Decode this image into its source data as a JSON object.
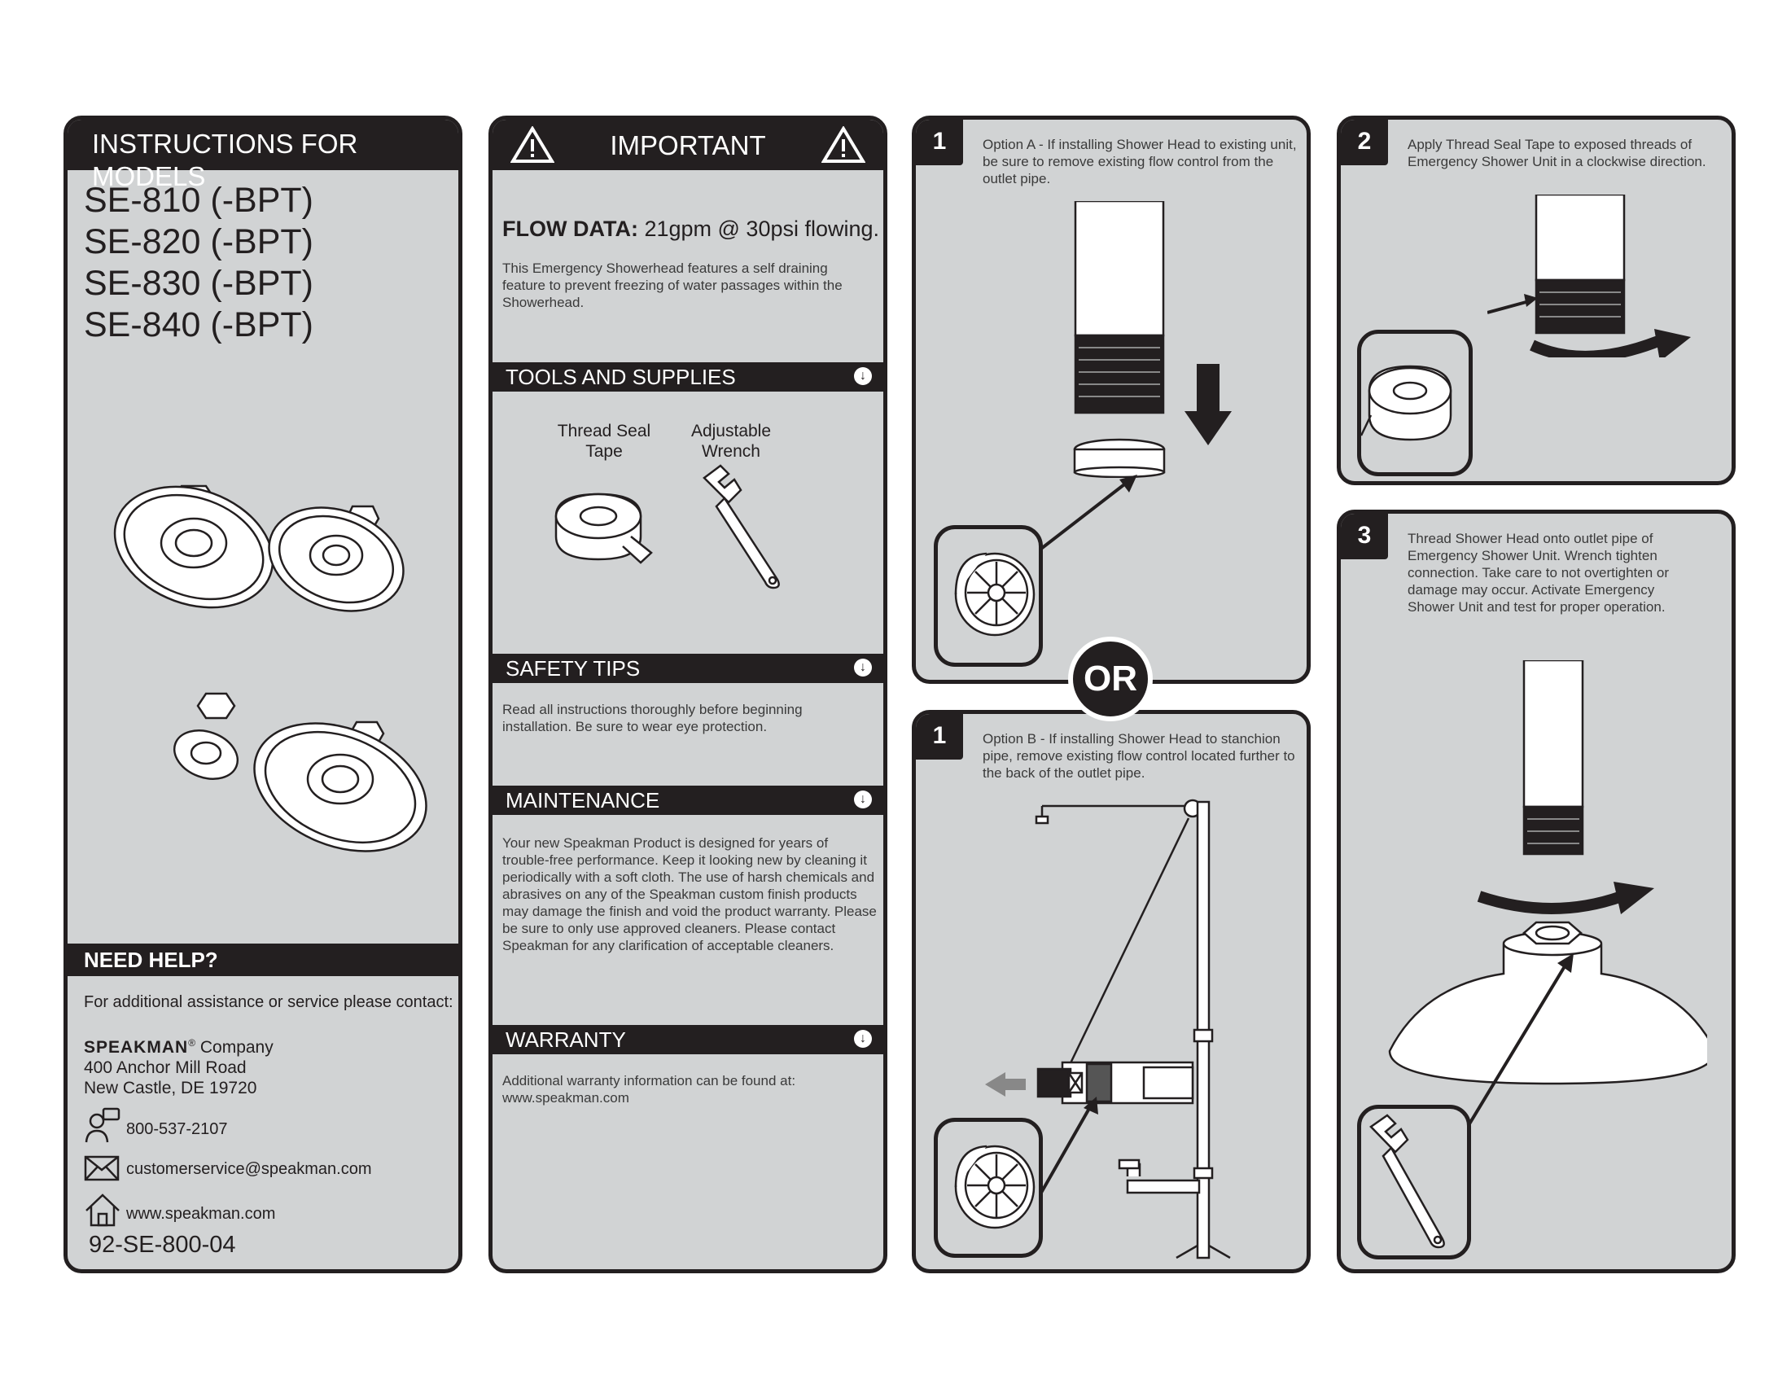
{
  "panel1": {
    "header": "INSTRUCTIONS FOR MODELS",
    "models": [
      "SE-810 (-BPT)",
      "SE-820 (-BPT)",
      "SE-830 (-BPT)",
      "SE-840 (-BPT)"
    ],
    "help_header": "NEED HELP?",
    "help_text": "For additional assistance or service please contact:",
    "company_brand": "SPEAKMAN",
    "company_reg": "®",
    "company_word": " Company",
    "address1": "400 Anchor Mill Road",
    "address2": "New Castle, DE 19720",
    "phone": "800-537-2107",
    "email": "customerservice@speakman.com",
    "web": "www.speakman.com",
    "doc_number": "92-SE-800-04"
  },
  "panel2": {
    "header": "IMPORTANT",
    "flow_label": "FLOW DATA:",
    "flow_value": " 21gpm @ 30psi flowing.",
    "flow_desc": "This Emergency Showerhead features a self draining feature to prevent freezing of water passages within the Showerhead.",
    "tools_header": "TOOLS AND SUPPLIES",
    "tool1_line1": "Thread Seal",
    "tool1_line2": "Tape",
    "tool2_line1": "Adjustable",
    "tool2_line2": "Wrench",
    "safety_header": "SAFETY TIPS",
    "safety_text": "Read all instructions thoroughly before beginning installation. Be sure to wear eye protection.",
    "maint_header": "MAINTENANCE",
    "maint_text": "Your new Speakman Product is designed for years of trouble-free performance. Keep it looking new by cleaning it periodically with a soft cloth. The use of harsh chemicals and abrasives on any of the Speakman custom finish products may damage the finish and void the product warranty. Please be sure to only use approved cleaners. Please contact Speakman for any clarification of acceptable cleaners.",
    "warranty_header": "WARRANTY",
    "warranty_text1": "Additional warranty information can be found at:",
    "warranty_text2": "www.speakman.com"
  },
  "step1a": {
    "number": "1",
    "text": "Option A - If installing Shower Head to existing unit, be sure to remove existing flow control from the outlet pipe."
  },
  "or_label": "OR",
  "step1b": {
    "number": "1",
    "text": "Option B - If installing Shower Head to stanchion pipe, remove existing flow control located further to the back of the outlet pipe."
  },
  "step2": {
    "number": "2",
    "text": "Apply Thread Seal Tape to exposed threads of Emergency Shower Unit in a clockwise direction."
  },
  "step3": {
    "number": "3",
    "text": "Thread Shower Head onto outlet pipe of Emergency Shower Unit. Wrench tighten connection. Take care to not overtighten or damage may occur. Activate Emergency Shower Unit and test for proper operation."
  },
  "colors": {
    "panel_bg": "#d1d3d4",
    "dark": "#231f20"
  }
}
